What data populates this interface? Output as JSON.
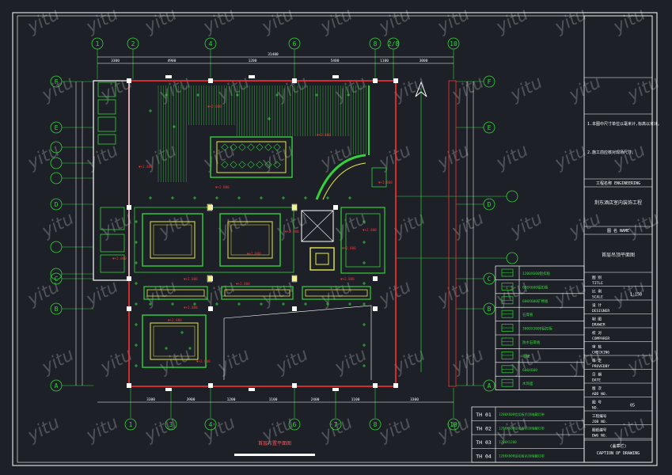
{
  "column_grid_top": [
    "1",
    "2",
    "4",
    "6",
    "8",
    "2/8",
    "10"
  ],
  "column_grid_bottom": [
    "1",
    "3",
    "4",
    "6",
    "7",
    "8",
    "10"
  ],
  "row_grid_left": [
    "F",
    "E",
    "D",
    "C",
    "B",
    "A"
  ],
  "row_grid_right": [
    "F",
    "E",
    "D",
    "C",
    "B",
    "A"
  ],
  "top_total_dim": "31400",
  "top_dims": [
    "3300",
    "4900",
    "1200",
    "5400",
    "1100",
    "3000"
  ],
  "bottom_dims": [
    "3300",
    "3900",
    "1200",
    "1100",
    "2400",
    "1100",
    "3300"
  ],
  "level_mark": "▼+2.800",
  "plan_caption": "首层布置平面图",
  "legend_items": [
    "1200X600铝扣板",
    "600X600铝扣板",
    "600X600矿棉板",
    "石膏板",
    "3000X3000铝扣板",
    "防水石膏板",
    "格栅",
    "600X600",
    "木饰面"
  ],
  "th_items": [
    {
      "code": "TH 01",
      "text": "1200X600铝扣板吊顶暗藏灯带"
    },
    {
      "code": "TH 02",
      "text": "1200X600铝扣板吊顶暗藏灯带"
    },
    {
      "code": "TH 03",
      "text": "1200X1200"
    },
    {
      "code": "TH 04",
      "text": "1200X600铝扣板吊顶暗藏灯带"
    }
  ],
  "notes": [
    "1.本图中尺寸单位以毫米计,标高以米计。",
    "2.施工前应核对现场尺寸。"
  ],
  "title_block": {
    "engineering_label": "工程名称 ENGINEERING",
    "project_name": "荆东酒店室内装饰工程",
    "drawing_name_label": "图 名 NAME",
    "drawing_name": "首层吊顶平面图",
    "rows": [
      {
        "zh": "图 别",
        "en": "TITLE",
        "value": ""
      },
      {
        "zh": "比 例",
        "en": "SCALE",
        "value": "1:150"
      },
      {
        "zh": "设 计",
        "en": "DESIGNER",
        "value": ""
      },
      {
        "zh": "制 图",
        "en": "DRAWER",
        "value": ""
      },
      {
        "zh": "校 对",
        "en": "COMPARER",
        "value": ""
      },
      {
        "zh": "审 核",
        "en": "CHECKING",
        "value": ""
      },
      {
        "zh": "审 定",
        "en": "PROVEDBY",
        "value": ""
      },
      {
        "zh": "日 期",
        "en": "DATE",
        "value": ""
      },
      {
        "zh": "版 次",
        "en": "ADD NO.",
        "value": ""
      },
      {
        "zh": "图 号",
        "en": "NO.",
        "value": "05"
      },
      {
        "zh": "工程编号",
        "en": "JOB NO.",
        "value": ""
      },
      {
        "zh": "图纸编号",
        "en": "DWG NO.",
        "value": ""
      }
    ],
    "caption_zh": "(盖章栏)",
    "caption_en": "CAPTION OF DRAWING"
  },
  "watermark": "yitu",
  "colors": {
    "background": "#1d2127",
    "wall": "#ffffff",
    "ceiling": "#33d13a",
    "highlight": "#e8e84a",
    "dimension": "#e03030",
    "axis": "#33d13a"
  }
}
